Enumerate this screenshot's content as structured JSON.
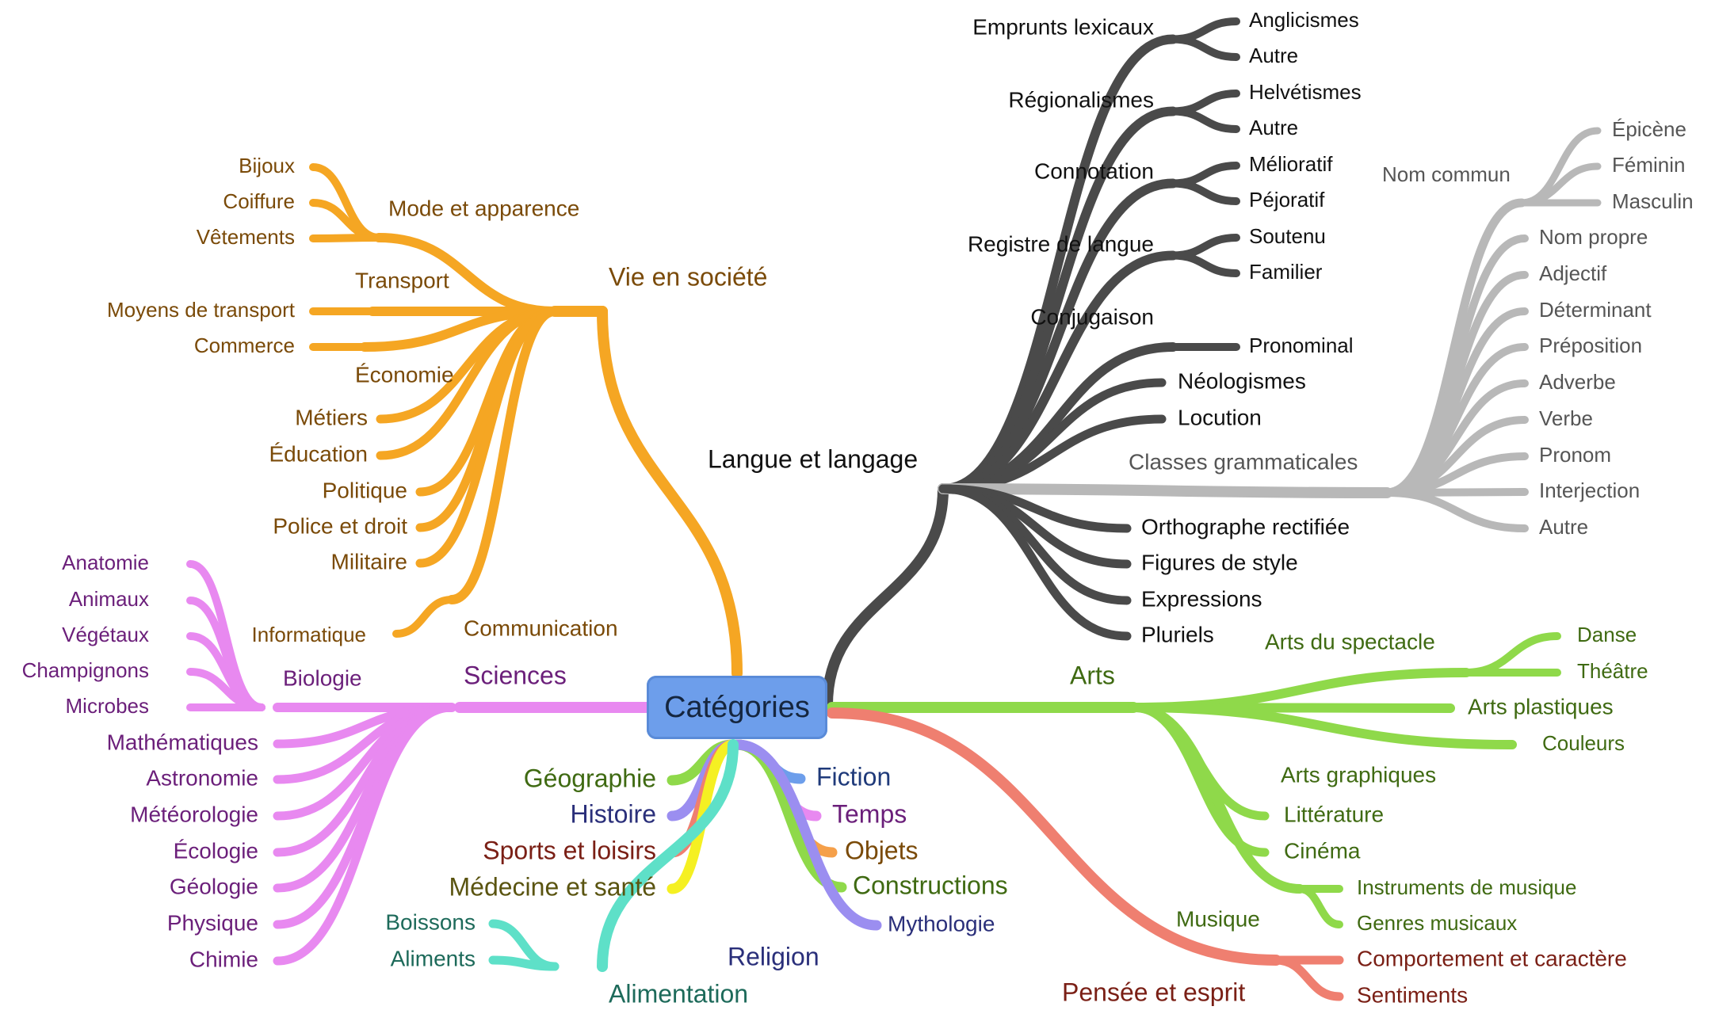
{
  "center": "Catégories",
  "colors": {
    "vie": "#f5a623",
    "vie_text": "#7a4a08",
    "sciences": "#e889f0",
    "sciences_text": "#6b1f7a",
    "langue": "#4a4a4a",
    "langue_text": "#111111",
    "classes": "#b8b8b8",
    "classes_text": "#555555",
    "arts": "#8fd94a",
    "arts_text": "#3f6a12",
    "pensee": "#ef7f70",
    "pensee_text": "#7a1f15",
    "alim": "#5ee0c8",
    "alim_text": "#1d6a5a"
  },
  "vie_en_societe": {
    "label": "Vie en société",
    "mode": {
      "label": "Mode et apparence",
      "children": [
        "Bijoux",
        "Coiffure",
        "Vêtements"
      ]
    },
    "transport": {
      "label": "Transport",
      "children": [
        "Moyens de transport"
      ]
    },
    "economie": {
      "label": "Économie",
      "children": [
        "Commerce"
      ]
    },
    "direct": [
      "Métiers",
      "Éducation",
      "Politique",
      "Police et droit",
      "Militaire"
    ],
    "communication": {
      "label": "Communication",
      "children": [
        "Informatique"
      ]
    }
  },
  "sciences": {
    "label": "Sciences",
    "biologie": {
      "label": "Biologie",
      "children": [
        "Anatomie",
        "Animaux",
        "Végétaux",
        "Champignons",
        "Microbes"
      ]
    },
    "direct": [
      "Mathématiques",
      "Astronomie",
      "Météorologie",
      "Écologie",
      "Géologie",
      "Physique",
      "Chimie"
    ]
  },
  "langue": {
    "label": "Langue et langage",
    "sub": [
      {
        "label": "Emprunts lexicaux",
        "children": [
          "Anglicismes",
          "Autre"
        ]
      },
      {
        "label": "Régionalismes",
        "children": [
          "Helvétismes",
          "Autre"
        ]
      },
      {
        "label": "Connotation",
        "children": [
          "Mélioratif",
          "Péjoratif"
        ]
      },
      {
        "label": "Registre de langue",
        "children": [
          "Soutenu",
          "Familier"
        ]
      },
      {
        "label": "Conjugaison",
        "children": [
          "Pronominal"
        ]
      }
    ],
    "direct_top": [
      "Néologismes",
      "Locution"
    ],
    "classes": {
      "label": "Classes grammaticales",
      "nom_commun": {
        "label": "Nom commun",
        "children": [
          "Épicène",
          "Féminin",
          "Masculin"
        ]
      },
      "children": [
        "Nom propre",
        "Adjectif",
        "Déterminant",
        "Préposition",
        "Adverbe",
        "Verbe",
        "Pronom",
        "Interjection",
        "Autre"
      ]
    },
    "direct_bottom": [
      "Orthographe rectifiée",
      "Figures de style",
      "Expressions",
      "Pluriels"
    ]
  },
  "arts": {
    "label": "Arts",
    "spectacle": {
      "label": "Arts du spectacle",
      "children": [
        "Danse",
        "Théâtre"
      ]
    },
    "graphiques": {
      "label": "Arts graphiques",
      "children": [
        "Arts plastiques",
        "Couleurs"
      ]
    },
    "direct": [
      "Littérature",
      "Cinéma"
    ],
    "musique": {
      "label": "Musique",
      "children": [
        "Instruments de musique",
        "Genres musicaux"
      ]
    }
  },
  "pensee": {
    "label": "Pensée et esprit",
    "children": [
      "Comportement et caractère",
      "Sentiments"
    ]
  },
  "bottom_left": [
    {
      "label": "Géographie",
      "color": "#8fd94a",
      "text": "#3f6a12"
    },
    {
      "label": "Histoire",
      "color": "#9b8ef0",
      "text": "#2a2f7a"
    },
    {
      "label": "Sports et loisirs",
      "color": "#ef7f70",
      "text": "#7a1f15"
    },
    {
      "label": "Médecine et santé",
      "color": "#f5f022",
      "text": "#5a5410"
    }
  ],
  "bottom_right": [
    {
      "label": "Fiction",
      "color": "#6d9eeb",
      "text": "#1f3a7a"
    },
    {
      "label": "Temps",
      "color": "#e889f0",
      "text": "#6b1f7a"
    },
    {
      "label": "Objets",
      "color": "#f5a04a",
      "text": "#7a4a08"
    },
    {
      "label": "Constructions",
      "color": "#8fd94a",
      "text": "#3f6a12"
    },
    {
      "label": "Mythologie",
      "color": "#9b8ef0",
      "text": "#2a2f7a"
    }
  ],
  "religion": {
    "label": "Religion",
    "text": "#2a2f7a"
  },
  "alimentation": {
    "label": "Alimentation",
    "children": [
      "Boissons",
      "Aliments"
    ]
  }
}
